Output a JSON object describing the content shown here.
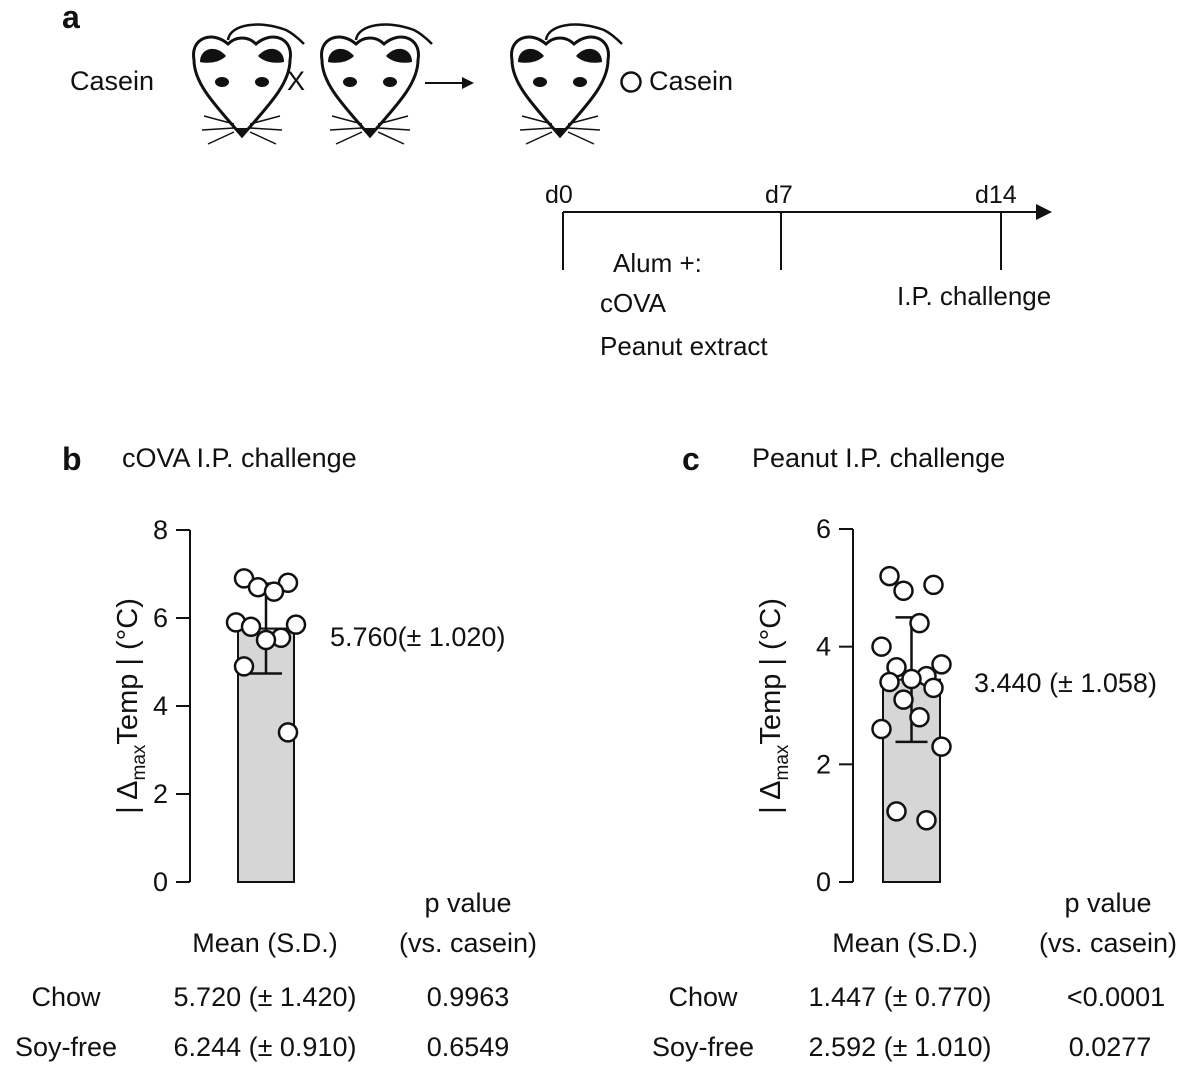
{
  "panel_a": {
    "letter": "a",
    "left_label": "Casein",
    "cross": "X",
    "right_label": "Casein",
    "timeline": {
      "days": [
        "d0",
        "d7",
        "d14"
      ],
      "treatment_title": "Alum +:",
      "treatment_items": [
        "cOVA",
        "Peanut extract"
      ],
      "challenge": "I.P. challenge"
    }
  },
  "panel_b": {
    "letter": "b",
    "title": "cOVA I.P. challenge",
    "mean_label": "5.760(± 1.020)",
    "table": {
      "col_mean": "Mean (S.D.)",
      "col_p_line1": "p value",
      "col_p_line2": "(vs. casein)",
      "rows": [
        {
          "diet": "Chow",
          "mean": "5.720 (± 1.420)",
          "p": "0.9963"
        },
        {
          "diet": "Soy-free",
          "mean": "6.244 (± 0.910)",
          "p": "0.6549"
        }
      ]
    }
  },
  "panel_c": {
    "letter": "c",
    "title": "Peanut  I.P. challenge",
    "mean_label": "3.440 (± 1.058)",
    "table": {
      "col_mean": "Mean (S.D.)",
      "col_p_line1": "p value",
      "col_p_line2": "(vs. casein)",
      "rows": [
        {
          "diet": "Chow",
          "mean": "1.447 (± 0.770)",
          "p": "<0.0001"
        },
        {
          "diet": "Soy-free",
          "mean": "2.592 (± 1.010)",
          "p": "0.0277"
        }
      ]
    }
  },
  "ylabel": {
    "delta": "Δ",
    "sub": "max",
    "word": "Temp",
    "unit": "(°C)"
  },
  "chart_data": [
    {
      "type": "bar",
      "title": "cOVA I.P. challenge",
      "ylim": [
        0,
        8
      ],
      "yticks": [
        "0",
        "2",
        "4",
        "6",
        "8"
      ],
      "mean": 5.76,
      "sd": 1.02,
      "points": [
        6.9,
        6.8,
        6.7,
        6.6,
        5.9,
        5.85,
        5.8,
        5.55,
        5.5,
        4.9,
        3.4
      ]
    },
    {
      "type": "bar",
      "title": "Peanut  I.P. challenge",
      "ylim": [
        0,
        6
      ],
      "yticks": [
        "0",
        "2",
        "4",
        "6"
      ],
      "mean": 3.44,
      "sd": 1.058,
      "points": [
        5.2,
        5.05,
        4.95,
        4.4,
        4.0,
        3.7,
        3.65,
        3.5,
        3.45,
        3.4,
        3.3,
        3.1,
        2.8,
        2.6,
        2.3,
        1.2,
        1.05
      ]
    }
  ]
}
